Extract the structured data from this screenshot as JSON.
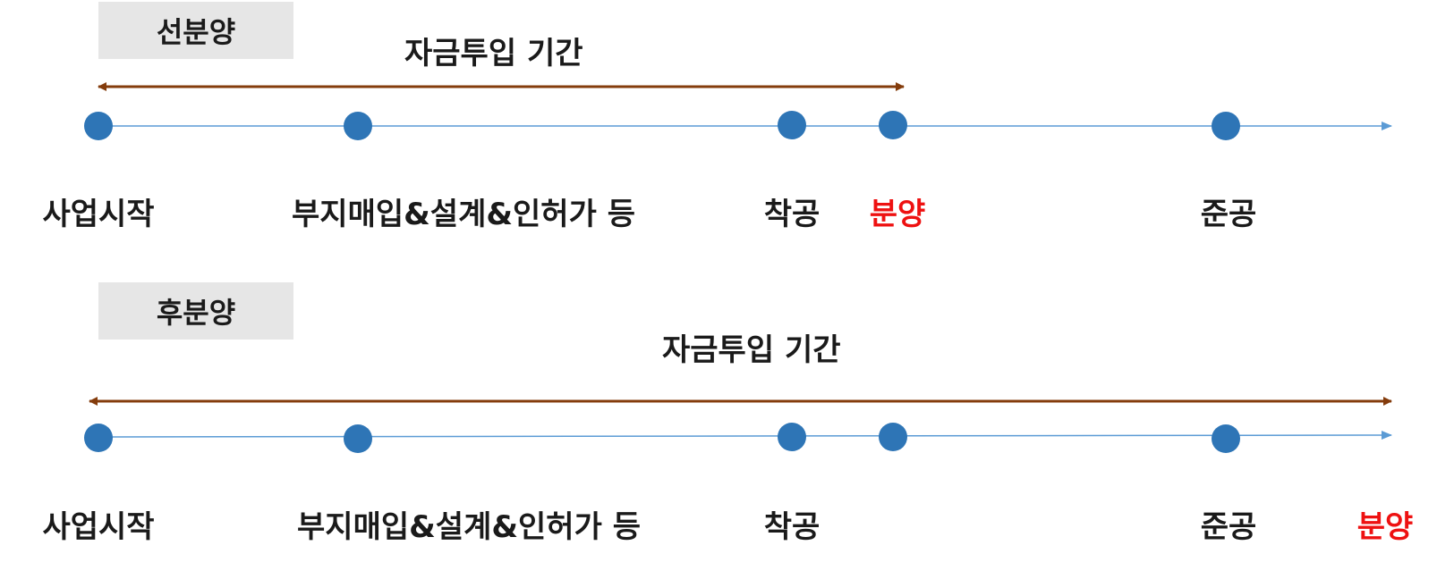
{
  "colors": {
    "arrow": "#843c0c",
    "axis": "#5b9bd5",
    "dot": "#2e75b6",
    "highlight": "#ee1111",
    "tag_bg": "#e6e6e6"
  },
  "diagrams": [
    {
      "tag": "선분양",
      "period_label": "자금투입 기간",
      "stages": [
        "사업시작",
        "부지매입&설계&인허가 등",
        "착공",
        "분양",
        "준공"
      ],
      "highlight_stage": "분양"
    },
    {
      "tag": "후분양",
      "period_label": "자금투입 기간",
      "stages": [
        "사업시작",
        "부지매입&설계&인허가 등",
        "착공",
        "준공",
        "분양"
      ],
      "highlight_stage": "분양"
    }
  ]
}
